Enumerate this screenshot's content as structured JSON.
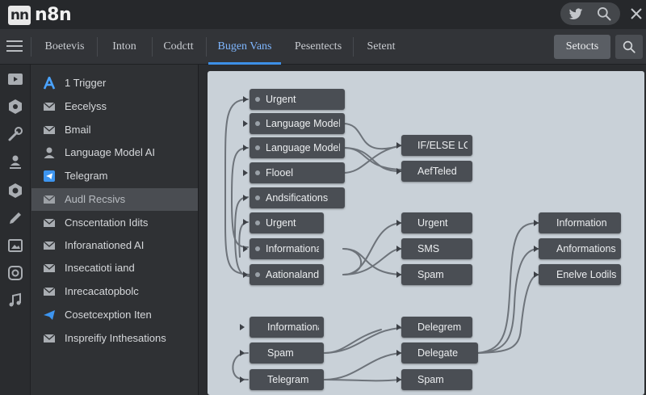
{
  "app": {
    "logo_mark": "nn",
    "logo_text": "n8n"
  },
  "titlebar_icons": [
    "twitter-icon",
    "search-icon",
    "close-icon"
  ],
  "tabs": [
    {
      "label": "Boetevis",
      "active": false
    },
    {
      "label": "Inton",
      "active": false
    },
    {
      "label": "Codctt",
      "active": false
    },
    {
      "label": "Bugen Vans",
      "active": true
    },
    {
      "label": "Pesentects",
      "active": false
    },
    {
      "label": "Setent",
      "active": false
    }
  ],
  "toolbar": {
    "settings_label": "Setocts"
  },
  "rail_icons": [
    "play-icon",
    "hexagon-icon",
    "wrench-icon",
    "person-pin-icon",
    "hexagon-outline-icon",
    "pencil-icon",
    "image-icon",
    "instagram-icon",
    "music-icon"
  ],
  "panel": {
    "items": [
      {
        "label": "1 Trigger",
        "icon": "a-letter-icon"
      },
      {
        "label": "Eecelyss",
        "icon": "envelope-icon"
      },
      {
        "label": "Bmail",
        "icon": "envelope-icon"
      },
      {
        "label": "Language Model AI",
        "icon": "person-icon"
      },
      {
        "label": "Telegram",
        "icon": "telegram-icon"
      },
      {
        "label": "Audl Recsivs",
        "icon": "envelope-icon",
        "selected": true
      },
      {
        "label": "Cnscentation Idits",
        "icon": "envelope-icon"
      },
      {
        "label": "Inforanationed AI",
        "icon": "envelope-icon"
      },
      {
        "label": "Insecatioti iand",
        "icon": "envelope-icon"
      },
      {
        "label": "Inrecacatopbolc",
        "icon": "envelope-icon"
      },
      {
        "label": "Cosetcexption Iten",
        "icon": "telegram-icon"
      },
      {
        "label": "Inspreifiy Inthesations",
        "icon": "envelope-icon"
      }
    ]
  },
  "nodes": {
    "c1": [
      "Urgent",
      "Language Model AI",
      "Language Model AI",
      "Flooel",
      "Andsifications",
      "Urgent",
      "Informational",
      "Aationaland"
    ],
    "c2": [
      "IF/ELSE LOGIC",
      "AefTeled"
    ],
    "c3": [
      "Urgent",
      "SMS",
      "Spam"
    ],
    "c4": [
      "Information",
      "Anformations",
      "Enelve Lodils"
    ],
    "c5": [
      "Informational",
      "Spam",
      "Telegram"
    ],
    "c6": [
      "Delegrem",
      "Delegate",
      "Spam"
    ]
  }
}
